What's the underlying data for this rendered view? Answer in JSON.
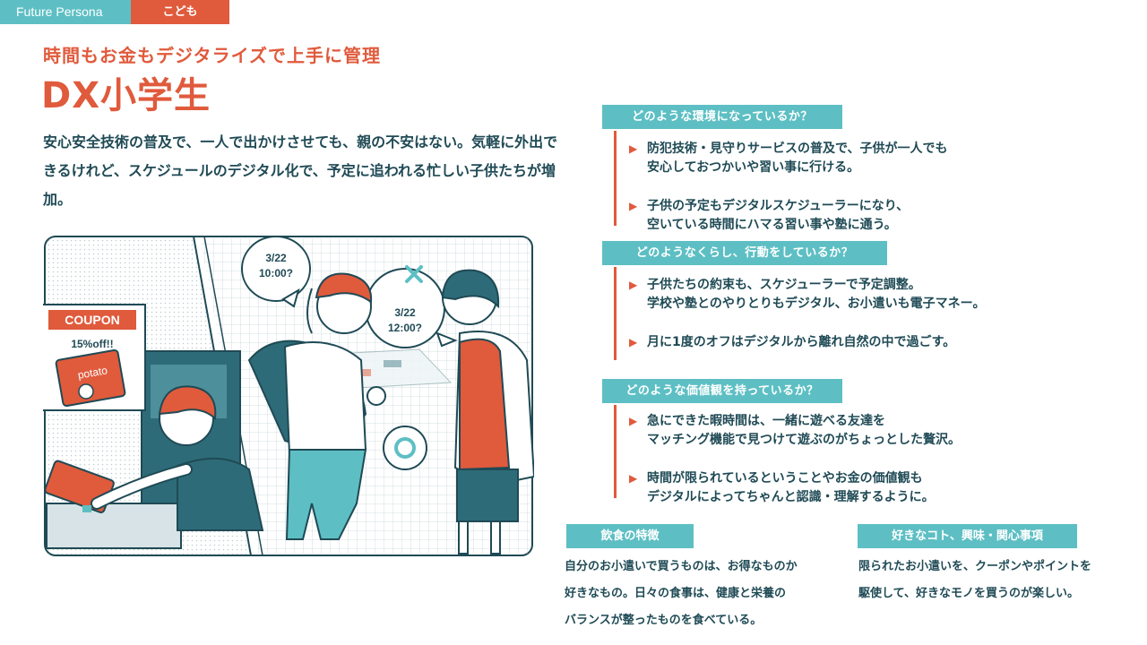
{
  "tags": {
    "persona": "Future Persona",
    "category": "こども"
  },
  "header": {
    "subtitle": "時間もお金もデジタライズで上手に管理",
    "title": "DX小学生",
    "intro": "安心安全技術の普及で、一人で出かけさせても、親の不安はない。気軽に外出できるけれど、スケジュールのデジタル化で、予定に追われる忙しい子供たちが増加。"
  },
  "illustration": {
    "coupon": "COUPON",
    "discount": "15%off!!",
    "snack": "potato",
    "bubble1_date": "3/22",
    "bubble1_time": "10:00?",
    "bubble2_date": "3/22",
    "bubble2_time": "12:00?"
  },
  "sections": [
    {
      "heading": "どのような環境になっているか？",
      "items": [
        "防犯技術・見守りサービスの普及で、子供が一人でも\n安心しておつかいや習い事に行ける。",
        "子供の予定もデジタルスケジューラーになり、\n空いている時間にハマる習い事や塾に通う。"
      ]
    },
    {
      "heading": "どのようなくらし、行動をしているか？",
      "items": [
        "子供たちの約束も、スケジューラーで予定調整。\n学校や塾とのやりとりもデジタル、お小遣いも電子マネー。",
        "月に1度のオフはデジタルから離れ自然の中で過ごす。"
      ]
    },
    {
      "heading": "どのような価値観を持っているか？",
      "items": [
        "急にできた暇時間は、一緒に遊べる友達を\nマッチング機能で見つけて遊ぶのがちょっとした贅沢。",
        "時間が限られているということやお金の価値観も\nデジタルによってちゃんと認識・理解するように。"
      ]
    }
  ],
  "bottom": {
    "food_heading": "飲食の特徴",
    "food_text": "自分のお小遣いで買うものは、お得なものか\n好きなもの。日々の食事は、健康と栄養の\nバランスが整ったものを食べている。",
    "interest_heading": "好きなコト、興味・関心事項",
    "interest_text": "限られたお小遣いを、クーポンやポイントを\n駆使して、好きなモノを買うのが楽しい。"
  },
  "colors": {
    "accent": "#e05a3c",
    "teal": "#5dbfc4",
    "navy": "#1f4a55"
  }
}
